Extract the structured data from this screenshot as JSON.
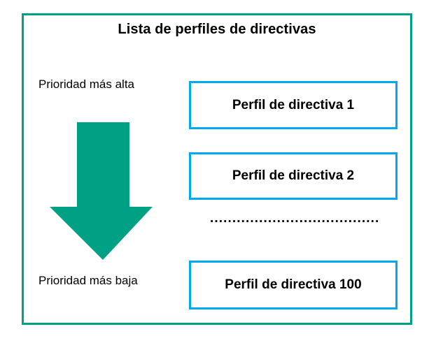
{
  "diagram": {
    "title": "Lista de perfiles de directivas",
    "colors": {
      "frame_border": "#00a085",
      "arrow_fill": "#00a085",
      "box_border": "#00a8f0",
      "text": "#000000",
      "background": "#ffffff"
    },
    "priority": {
      "high_label": "Prioridad más alta",
      "low_label": "Prioridad más baja",
      "arrow_icon": "down-arrow-icon",
      "arrow_direction": "down"
    },
    "profiles": [
      {
        "label": "Perfil de directiva 1"
      },
      {
        "label": "Perfil de directiva 2"
      },
      {
        "label": "Perfil de directiva 100"
      }
    ],
    "ellipsis": "........................................."
  }
}
